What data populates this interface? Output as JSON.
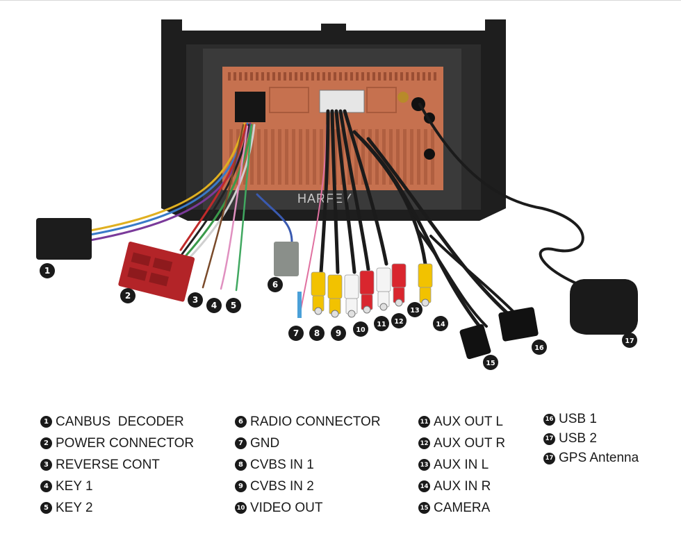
{
  "watermark": "HARFEY",
  "callouts": [
    {
      "n": "1"
    },
    {
      "n": "2"
    },
    {
      "n": "3"
    },
    {
      "n": "4"
    },
    {
      "n": "5"
    },
    {
      "n": "6"
    },
    {
      "n": "7"
    },
    {
      "n": "8"
    },
    {
      "n": "9"
    },
    {
      "n": "10"
    },
    {
      "n": "11"
    },
    {
      "n": "12"
    },
    {
      "n": "13"
    },
    {
      "n": "14"
    },
    {
      "n": "15"
    },
    {
      "n": "16"
    },
    {
      "n": "17"
    }
  ],
  "legend": {
    "col1": [
      {
        "n": "1",
        "label": "CANBUS  DECODER"
      },
      {
        "n": "2",
        "label": "POWER CONNECTOR"
      },
      {
        "n": "3",
        "label": "REVERSE CONT"
      },
      {
        "n": "4",
        "label": "KEY 1"
      },
      {
        "n": "5",
        "label": "KEY 2"
      }
    ],
    "col2": [
      {
        "n": "6",
        "label": "RADIO CONNECTOR"
      },
      {
        "n": "7",
        "label": "GND"
      },
      {
        "n": "8",
        "label": "CVBS IN 1"
      },
      {
        "n": "9",
        "label": "CVBS IN 2"
      },
      {
        "n": "10",
        "label": "VIDEO OUT"
      }
    ],
    "col3": [
      {
        "n": "11",
        "label": "AUX OUT L"
      },
      {
        "n": "12",
        "label": "AUX OUT R"
      },
      {
        "n": "13",
        "label": "AUX IN L"
      },
      {
        "n": "14",
        "label": "AUX IN R"
      },
      {
        "n": "15",
        "label": "CAMERA"
      }
    ],
    "col4": [
      {
        "n": "16",
        "label": "USB 1"
      },
      {
        "n": "17",
        "label": "USB 2"
      },
      {
        "n": "17",
        "label": "GPS Antenna"
      }
    ]
  },
  "colors": {
    "panel": "#c6714f",
    "frame": "#1e1e1e",
    "rca_yellow": "#f2c200",
    "rca_white": "#f4f4f4",
    "rca_red": "#d9262e",
    "power_connector": "#b32428"
  }
}
